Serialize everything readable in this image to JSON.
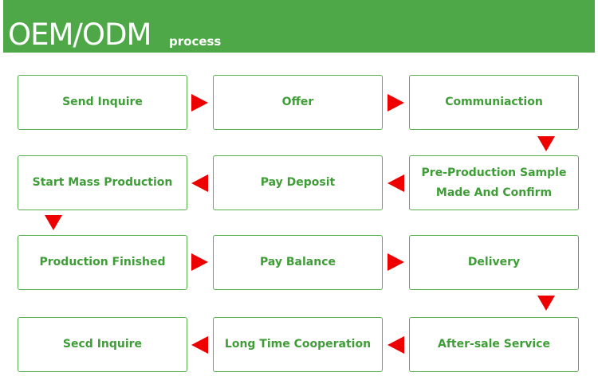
{
  "header": {
    "title": "OEM/ODM",
    "subtitle": "process"
  },
  "steps": [
    "Send Inquire",
    "Offer",
    "Communiaction",
    "Pre-Production Sample Made And Confirm",
    "Pay Deposit",
    "Start Mass Production",
    "Production Finished",
    "Pay Balance",
    "Delivery",
    "After-sale Service",
    "Long Time Cooperation",
    "Secd Inquire"
  ],
  "colors": {
    "header_bg": "#4ea848",
    "box_border": "#55ad4c",
    "box_text": "#3f9d37",
    "arrow": "#ee0000"
  },
  "icons": {
    "arrow": "triangle-arrow"
  }
}
